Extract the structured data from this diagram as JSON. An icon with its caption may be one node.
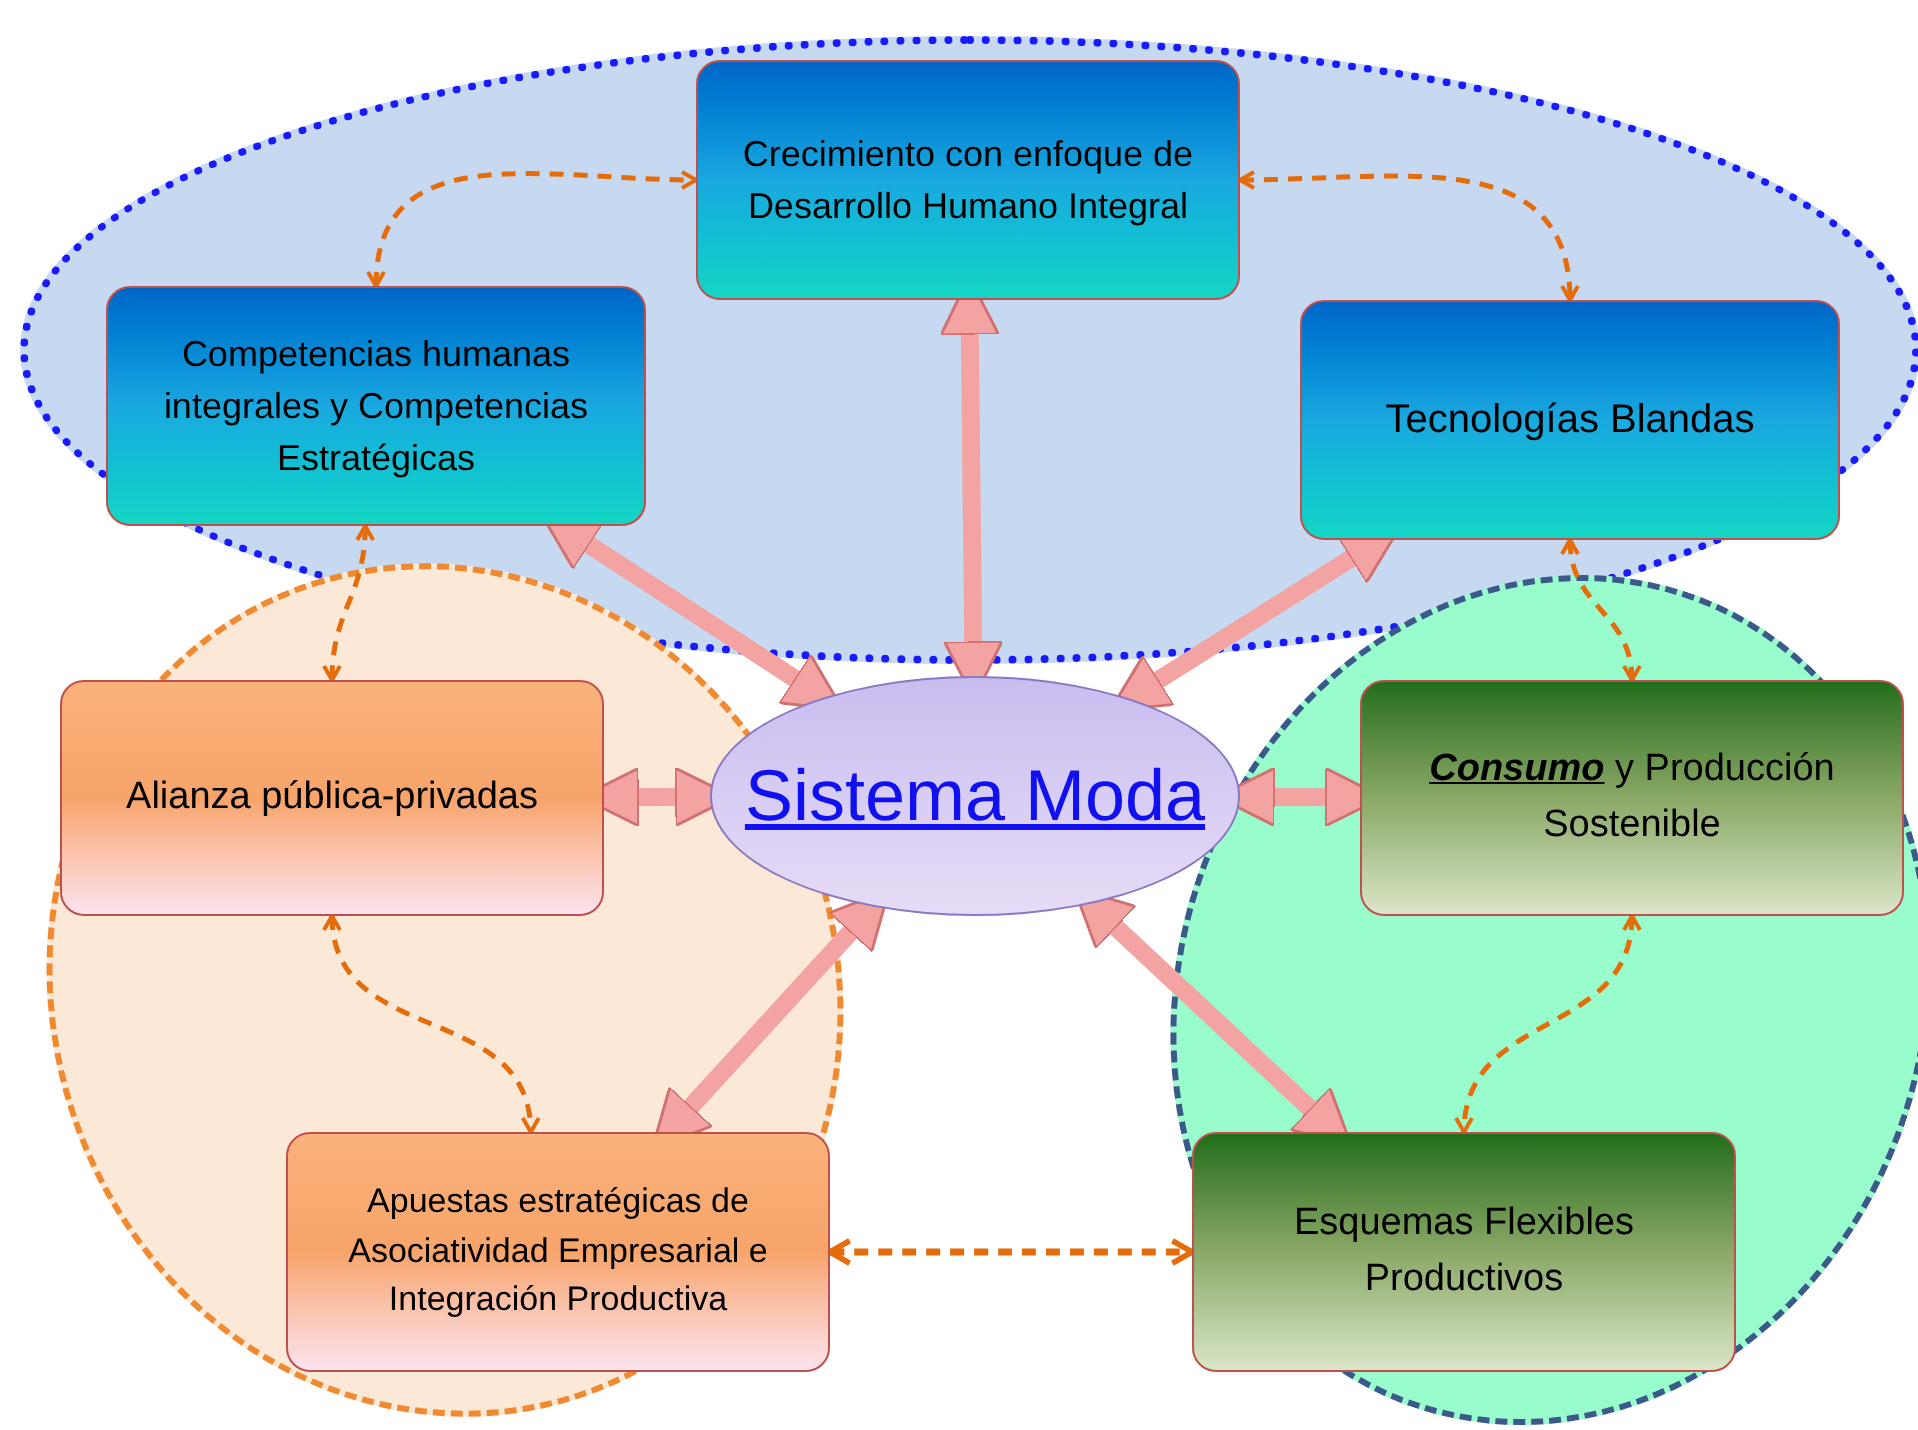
{
  "diagram": {
    "nodes": [
      {
        "text": [
          "Crecimiento con enfoque de Desarrollo Humano Integral"
        ]
      },
      {
        "text": [
          "Competencias humanas integrales y Competencias Estratégicas"
        ]
      },
      {
        "text": [
          "Tecnologías Blandas"
        ]
      },
      {
        "text": [
          "Sistema Moda"
        ]
      },
      {
        "text": [
          "Alianza pública-privadas"
        ]
      },
      {
        "text": [
          "**Consumo** y Producción Sostenible"
        ]
      },
      {
        "text": [
          "Apuestas estratégicas de Asociatividad Empresarial e Integración Productiva"
        ]
      },
      {
        "text": [
          "Esquemas Flexibles Productivos"
        ]
      }
    ],
    "edges": [
      {
        "from": 3,
        "to": 0,
        "arrow": "both",
        "style": "thick",
        "color": "#f4a3a3"
      },
      {
        "from": 3,
        "to": 1,
        "arrow": "both",
        "style": "thick",
        "color": "#f4a3a3"
      },
      {
        "from": 3,
        "to": 2,
        "arrow": "both",
        "style": "thick",
        "color": "#f4a3a3"
      },
      {
        "from": 3,
        "to": 4,
        "arrow": "both",
        "style": "thick",
        "color": "#f4a3a3"
      },
      {
        "from": 3,
        "to": 5,
        "arrow": "both",
        "style": "thick",
        "color": "#f4a3a3"
      },
      {
        "from": 3,
        "to": 6,
        "arrow": "both",
        "style": "thick",
        "color": "#f4a3a3"
      },
      {
        "from": 3,
        "to": 7,
        "arrow": "both",
        "style": "thick",
        "color": "#f4a3a3"
      },
      {
        "from": 1,
        "to": 0,
        "arrow": "both",
        "style": "dashed",
        "color": "#e46c0a"
      },
      {
        "from": 0,
        "to": 2,
        "arrow": "both",
        "style": "dashed",
        "color": "#e46c0a"
      },
      {
        "from": 1,
        "to": 4,
        "arrow": "both",
        "style": "dashed",
        "color": "#e46c0a"
      },
      {
        "from": 2,
        "to": 5,
        "arrow": "both",
        "style": "dashed",
        "color": "#e46c0a"
      },
      {
        "from": 4,
        "to": 6,
        "arrow": "both",
        "style": "dashed",
        "color": "#e46c0a"
      },
      {
        "from": 5,
        "to": 7,
        "arrow": "both",
        "style": "dashed",
        "color": "#e46c0a"
      },
      {
        "from": 6,
        "to": 7,
        "arrow": "both",
        "style": "dashed",
        "color": "#e46c0a"
      }
    ]
  }
}
